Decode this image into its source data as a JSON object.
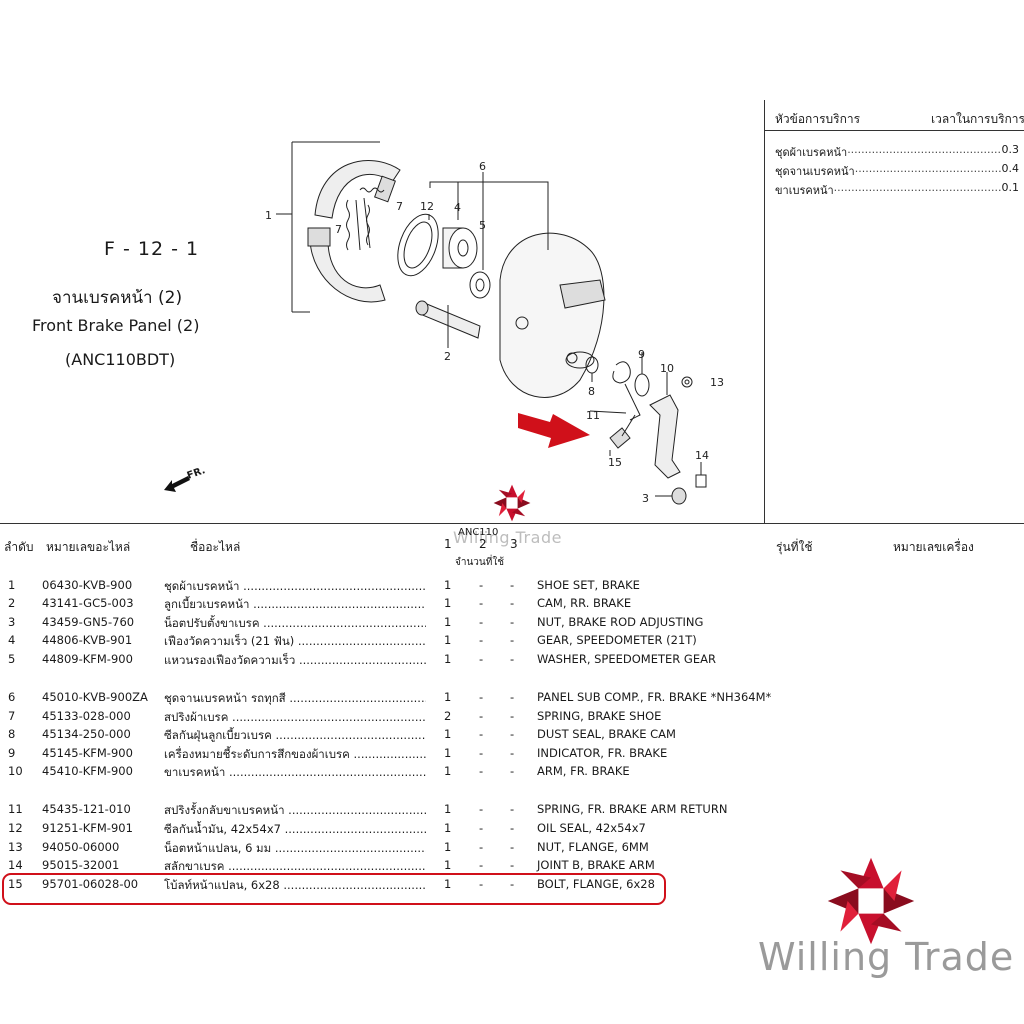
{
  "header": {
    "code": "F - 12 - 1",
    "title_th": "จานเบรคหน้า (2)",
    "title_en": "Front Brake Panel (2)",
    "model": "(ANC110BDT)"
  },
  "diagram": {
    "callouts": [
      "1",
      "2",
      "3",
      "4",
      "5",
      "6",
      "7",
      "7",
      "8",
      "9",
      "10",
      "11",
      "12",
      "13",
      "14",
      "15"
    ],
    "direction_label": "FR."
  },
  "service": {
    "col_topic": "หัวข้อการบริการ",
    "col_time": "เวลาในการบริการ",
    "rows": [
      {
        "name": "ชุดผ้าเบรคหน้า",
        "value": "0.3"
      },
      {
        "name": "ชุดจานเบรคหน้า",
        "value": "0.4"
      },
      {
        "name": "ขาเบรคหน้า",
        "value": "0.1"
      }
    ]
  },
  "table": {
    "headers": {
      "no": "ลำดับ",
      "part_no": "หมายเลขอะไหล่",
      "name": "ชื่ออะไหล่",
      "model_code": "ANC110",
      "q1": "1",
      "q2": "2",
      "q3": "3",
      "qty": "จำนวนที่ใช้",
      "model_used": "รุ่นที่ใช้",
      "engine_no": "หมายเลขเครื่อง"
    },
    "rows": [
      {
        "no": "1",
        "part": "06430-KVB-900",
        "name": "ชุดผ้าเบรคหน้า",
        "q1": "1",
        "q2": "-",
        "q3": "-",
        "desc": "SHOE SET, BRAKE"
      },
      {
        "no": "2",
        "part": "43141-GC5-003",
        "name": "ลูกเบี้ยวเบรคหน้า",
        "q1": "1",
        "q2": "-",
        "q3": "-",
        "desc": "CAM, RR. BRAKE"
      },
      {
        "no": "3",
        "part": "43459-GN5-760",
        "name": "น็อตปรับตั้งขาเบรค",
        "q1": "1",
        "q2": "-",
        "q3": "-",
        "desc": "NUT, BRAKE ROD ADJUSTING"
      },
      {
        "no": "4",
        "part": "44806-KVB-901",
        "name": "เฟืองวัดความเร็ว (21 ฟัน)",
        "q1": "1",
        "q2": "-",
        "q3": "-",
        "desc": "GEAR, SPEEDOMETER (21T)"
      },
      {
        "no": "5",
        "part": "44809-KFM-900",
        "name": "แหวนรองเฟืองวัดความเร็ว",
        "q1": "1",
        "q2": "-",
        "q3": "-",
        "desc": "WASHER, SPEEDOMETER GEAR"
      },
      {
        "no": "6",
        "part": "45010-KVB-900ZA",
        "name": "ชุดจานเบรคหน้า รถทุกสี",
        "q1": "1",
        "q2": "-",
        "q3": "-",
        "desc": "PANEL SUB COMP., FR. BRAKE *NH364M*"
      },
      {
        "no": "7",
        "part": "45133-028-000",
        "name": "สปริงผ้าเบรค",
        "q1": "2",
        "q2": "-",
        "q3": "-",
        "desc": "SPRING, BRAKE SHOE"
      },
      {
        "no": "8",
        "part": "45134-250-000",
        "name": "ซีลกันฝุ่นลูกเบี้ยวเบรค",
        "q1": "1",
        "q2": "-",
        "q3": "-",
        "desc": "DUST SEAL, BRAKE CAM"
      },
      {
        "no": "9",
        "part": "45145-KFM-900",
        "name": "เครื่องหมายชี้ระดับการสึกของผ้าเบรค",
        "q1": "1",
        "q2": "-",
        "q3": "-",
        "desc": "INDICATOR, FR. BRAKE"
      },
      {
        "no": "10",
        "part": "45410-KFM-900",
        "name": "ขาเบรคหน้า",
        "q1": "1",
        "q2": "-",
        "q3": "-",
        "desc": "ARM, FR. BRAKE"
      },
      {
        "no": "11",
        "part": "45435-121-010",
        "name": "สปริงรั้งกลับขาเบรคหน้า",
        "q1": "1",
        "q2": "-",
        "q3": "-",
        "desc": "SPRING, FR. BRAKE ARM RETURN"
      },
      {
        "no": "12",
        "part": "91251-KFM-901",
        "name": "ซีลกันน้ำมัน, 42x54x7",
        "q1": "1",
        "q2": "-",
        "q3": "-",
        "desc": "OIL SEAL, 42x54x7"
      },
      {
        "no": "13",
        "part": "94050-06000",
        "name": "น็อตหน้าแปลน, 6 มม",
        "q1": "1",
        "q2": "-",
        "q3": "-",
        "desc": "NUT, FLANGE, 6MM"
      },
      {
        "no": "14",
        "part": "95015-32001",
        "name": "สลักขาเบรค",
        "q1": "1",
        "q2": "-",
        "q3": "-",
        "desc": "JOINT B, BRAKE ARM"
      },
      {
        "no": "15",
        "part": "95701-06028-00",
        "name": "โบ้ลท์หน้าแปลน, 6x28",
        "q1": "1",
        "q2": "-",
        "q3": "-",
        "desc": "BOLT, FLANGE, 6x28"
      }
    ]
  },
  "watermark": {
    "brand": "Willing Trade"
  },
  "colors": {
    "highlight": "#d0101a",
    "logo_red": "#c8102e",
    "logo_dark": "#8a0c1e"
  }
}
